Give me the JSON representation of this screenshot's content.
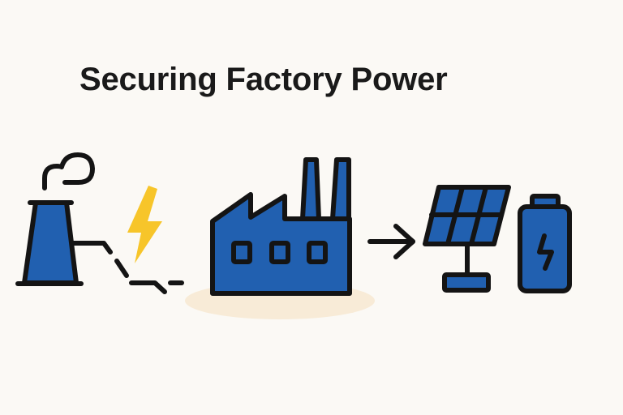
{
  "title": "Securing Factory Power",
  "colors": {
    "background": "#FBF9F5",
    "primary_blue": "#2160B0",
    "bolt_yellow": "#F7C52A",
    "outline": "#141414",
    "ground_shadow": "#F8EBD7"
  },
  "diagram": {
    "elements": [
      {
        "id": "power-plant",
        "icon": "cooling-tower-icon",
        "description": "Power plant cooling tower with smoke cloud"
      },
      {
        "id": "unstable-grid",
        "icon": "broken-power-line-icon",
        "description": "Broken/dashed power line with lightning bolt"
      },
      {
        "id": "factory",
        "icon": "factory-icon",
        "description": "Factory with sawtooth roof, two chimneys, three windows"
      },
      {
        "id": "flow-arrow",
        "icon": "arrow-right-icon",
        "description": "Arrow pointing to renewable sources"
      },
      {
        "id": "solar-panel",
        "icon": "solar-panel-icon",
        "description": "Solar panel with 6 cells on stand"
      },
      {
        "id": "battery",
        "icon": "battery-icon",
        "description": "Battery storage with charge bolt"
      }
    ]
  }
}
